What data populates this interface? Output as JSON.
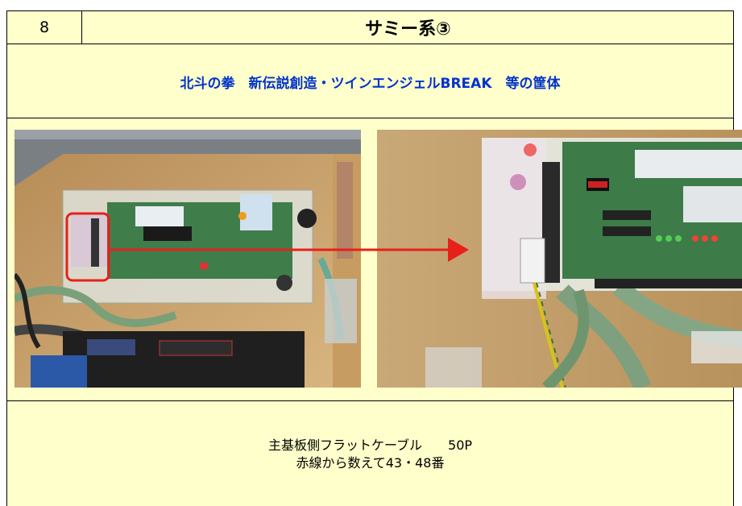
{
  "header": {
    "number": "8",
    "title": "サミー系③"
  },
  "subtitle": "北斗の拳　新伝説創造・ツインエンジェルBREAK　等の筐体",
  "photos": {
    "left": "photo-cabinet-board-overview",
    "right": "photo-board-connector-closeup"
  },
  "annotation_color": "#E8201A",
  "caption": {
    "line1": "主基板側フラットケーブル　　50P",
    "line2": "赤線から数えて43・48番"
  }
}
